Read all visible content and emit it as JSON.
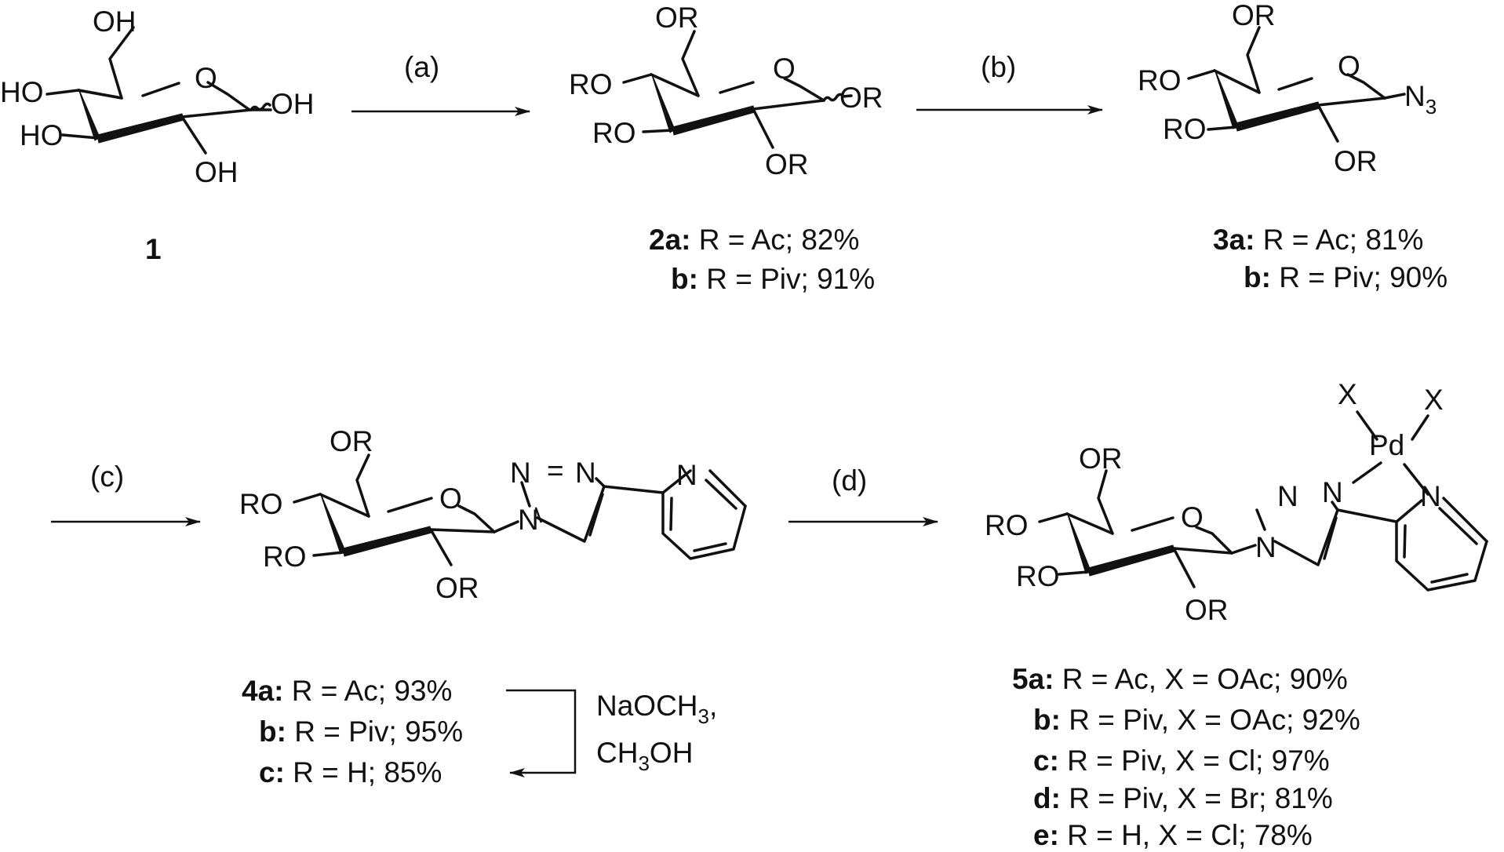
{
  "reagents": {
    "a": "(a)",
    "b": "(b)",
    "c": "(c)",
    "d": "(d)",
    "deprotection_1": "NaOCH",
    "deprotection_1_sub": "3",
    "deprotection_1_end": ",",
    "deprotection_2_pre": "CH",
    "deprotection_2_sub": "3",
    "deprotection_2_post": "OH"
  },
  "compound1": {
    "number": "1",
    "atoms": {
      "oh6": "OH",
      "ho4": "HO",
      "ho3": "HO",
      "oh2": "OH",
      "oh1": "OH",
      "o_ring": "O"
    }
  },
  "compound2": {
    "atoms": {
      "or6": "OR",
      "ro4": "RO",
      "ro3": "RO",
      "or2": "OR",
      "or1": "OR",
      "o_ring": "O"
    },
    "labels": [
      {
        "id": "2a:",
        "text": " R = Ac; 82%"
      },
      {
        "id": "b:",
        "text": " R = Piv; 91%"
      }
    ]
  },
  "compound3": {
    "atoms": {
      "or6": "OR",
      "ro4": "RO",
      "ro3": "RO",
      "or2": "OR",
      "n3": "N",
      "n3_sub": "3",
      "o_ring": "O"
    },
    "labels": [
      {
        "id": "3a:",
        "text": " R = Ac; 81%"
      },
      {
        "id": "b:",
        "text": " R = Piv; 90%"
      }
    ]
  },
  "compound4": {
    "atoms": {
      "or6": "OR",
      "ro4": "RO",
      "ro3": "RO",
      "or2": "OR",
      "o_ring": "O",
      "n1": "N",
      "n2": "N",
      "n3": "N",
      "py_n": "N",
      "eq1": "=",
      "dash1": "–"
    },
    "labels": [
      {
        "id": "4a:",
        "text": " R = Ac; 93%"
      },
      {
        "id": "b:",
        "text": " R = Piv; 95%"
      },
      {
        "id": "c:",
        "text": " R = H; 85%"
      }
    ]
  },
  "compound5": {
    "atoms": {
      "or6": "OR",
      "ro4": "RO",
      "ro3": "RO",
      "or2": "OR",
      "o_ring": "O",
      "n1": "N",
      "n2": "N",
      "n3": "N",
      "py_n": "N",
      "pd": "Pd",
      "x1": "X",
      "x2": "X"
    },
    "labels": [
      {
        "id": "5a:",
        "text": " R = Ac, X = OAc; 90%"
      },
      {
        "id": "b:",
        "text": " R = Piv, X = OAc; 92%"
      },
      {
        "id": "c:",
        "text": " R = Piv, X = Cl; 97%"
      },
      {
        "id": "d:",
        "text": " R = Piv, X = Br; 81%"
      },
      {
        "id": "e:",
        "text": " R = H, X = Cl; 78%"
      }
    ]
  }
}
